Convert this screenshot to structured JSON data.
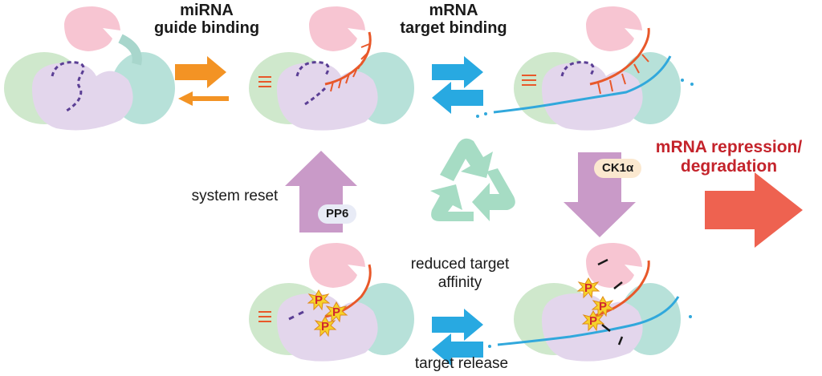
{
  "labels": {
    "guide_binding": "miRNA\nguide binding",
    "target_binding": "mRNA\ntarget binding",
    "system_reset": "system reset",
    "reduced_affinity": "reduced target\naffinity",
    "target_release": "target release",
    "repression": "mRNA repression/\ndegradation"
  },
  "enzymes": {
    "pp6": "PP6",
    "ck1a": "CK1α"
  },
  "phospho_label": "P",
  "colors": {
    "orange_arrow": "#f39324",
    "blue_arrow": "#28a9e1",
    "purple_arrow": "#c99ac8",
    "red_arrow": "#ee6250",
    "recycle": "#a6dcc4",
    "pink_domain": "#f7c5d2",
    "green_domain": "#cfe8cc",
    "teal_domain": "#b7e1d9",
    "lavender_domain": "#e3d6ec",
    "mirna": "#e8582a",
    "mrna": "#31a8dc",
    "loop": "#5b3f95",
    "outcome_text": "#c4232b"
  }
}
